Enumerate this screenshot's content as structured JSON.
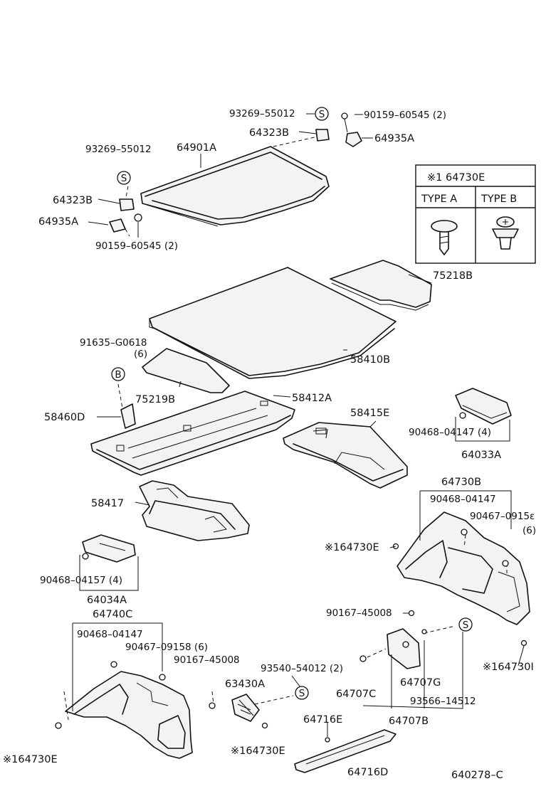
{
  "labels": {
    "p93269_top": "93269–55012",
    "p90159_top": "90159–60545 (2)",
    "p64323b_top": "64323B",
    "p64935a_top": "64935A",
    "p93269_left": "93269–55012",
    "p64901a": "64901A",
    "p64323b_left": "64323B",
    "p64935a_left": "64935A",
    "p90159_left": "90159–60545 (2)",
    "p75218b": "75218B",
    "p91635": "91635–G0618",
    "p91635_qty": "(6)",
    "p58410b": "58410B",
    "p75219b": "75219B",
    "p58412a": "58412A",
    "p58460d": "58460D",
    "p58415e": "58415E",
    "p90468_r1": "90468–04147 (4)",
    "p64033a": "64033A",
    "p64730b": "64730B",
    "p90468_r2": "90468–04147",
    "p90467_r": "90467–0915ε",
    "p90467_r_qty": "(6)",
    "p58417": "58417",
    "p164730e_mid": "※164730E",
    "p90468_l": "90468–04157 (4)",
    "p64034a": "64034A",
    "p90167_r": "90167–45008",
    "p64740c": "64740C",
    "p90468_l2": "90468–04147",
    "p90467_l": "90467–09158 (6)",
    "p90167_l": "90167–45008",
    "p93540": "93540–54012 (2)",
    "p63430a": "63430A",
    "p64707c": "64707C",
    "p64707g": "64707G",
    "p93566": "93566–14512",
    "p64707b": "64707B",
    "p164730_r": "※164730I",
    "p64716e": "64716E",
    "p164730e_bl": "※164730E",
    "p164730e_bm": "※164730E",
    "p64716d": "64716D",
    "diagram_code": "640278–C"
  },
  "legend_table": {
    "title": "※1 64730E",
    "col_a": "TYPE A",
    "col_b": "TYPE B"
  },
  "symbols": {
    "s_mark": "S",
    "b_mark": "B"
  }
}
